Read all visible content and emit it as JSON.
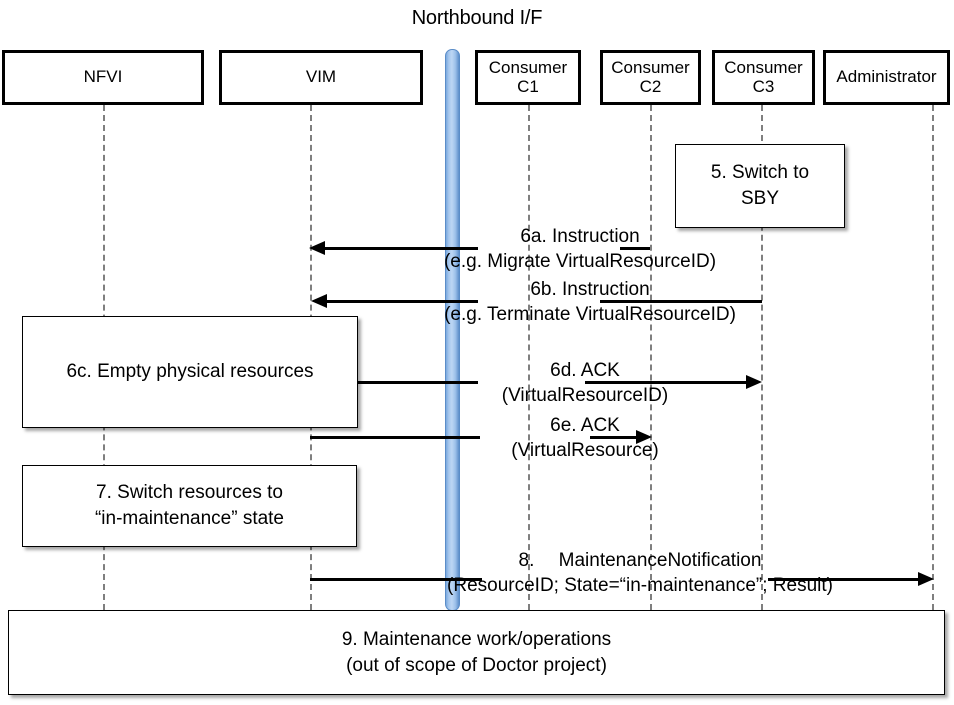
{
  "diagram": {
    "title": "Northbound I/F",
    "interface_bar_name": "Northbound I/F",
    "colors": {
      "interface_bar": "#9DC3E6",
      "actor_border": "#000000",
      "lifeline": "#7F7F7F",
      "arrow": "#000000",
      "background": "#FFFFFF"
    }
  },
  "actors": [
    {
      "id": "nfvi",
      "label": "NFVI"
    },
    {
      "id": "vim",
      "label": "VIM"
    },
    {
      "id": "c1",
      "label": "Consumer\nC1"
    },
    {
      "id": "c2",
      "label": "Consumer\nC2"
    },
    {
      "id": "c3",
      "label": "Consumer\nC3"
    },
    {
      "id": "admin",
      "label": "Administrator"
    }
  ],
  "notes": [
    {
      "id": "step5",
      "label": "5. Switch to\nSBY"
    },
    {
      "id": "step6c",
      "label": "6c. Empty physical resources"
    },
    {
      "id": "step7",
      "label": "7. Switch resources to\n“in-maintenance” state"
    },
    {
      "id": "step9",
      "label": "9. Maintenance work/operations\n(out of scope of Doctor project)"
    }
  ],
  "messages": [
    {
      "id": "6a",
      "label": "6a. Instruction\n(e.g. Migrate VirtualResourceID)",
      "from": "c2",
      "to": "vim",
      "direction": "left"
    },
    {
      "id": "6b",
      "label": "6b. Instruction\n(e.g. Terminate VirtualResourceID)",
      "from": "c3",
      "to": "vim",
      "direction": "left"
    },
    {
      "id": "6d",
      "label": "6d. ACK\n(VirtualResourceID)",
      "from": "vim",
      "to": "c3",
      "direction": "right"
    },
    {
      "id": "6e",
      "label": "6e. ACK\n(VirtualResource)",
      "from": "vim",
      "to": "c2",
      "direction": "right"
    },
    {
      "id": "8",
      "label": "8.  MaintenanceNotification\n(ResourceID; State=“in-maintenance”; Result)",
      "from": "vim",
      "to": "admin",
      "direction": "right"
    }
  ]
}
